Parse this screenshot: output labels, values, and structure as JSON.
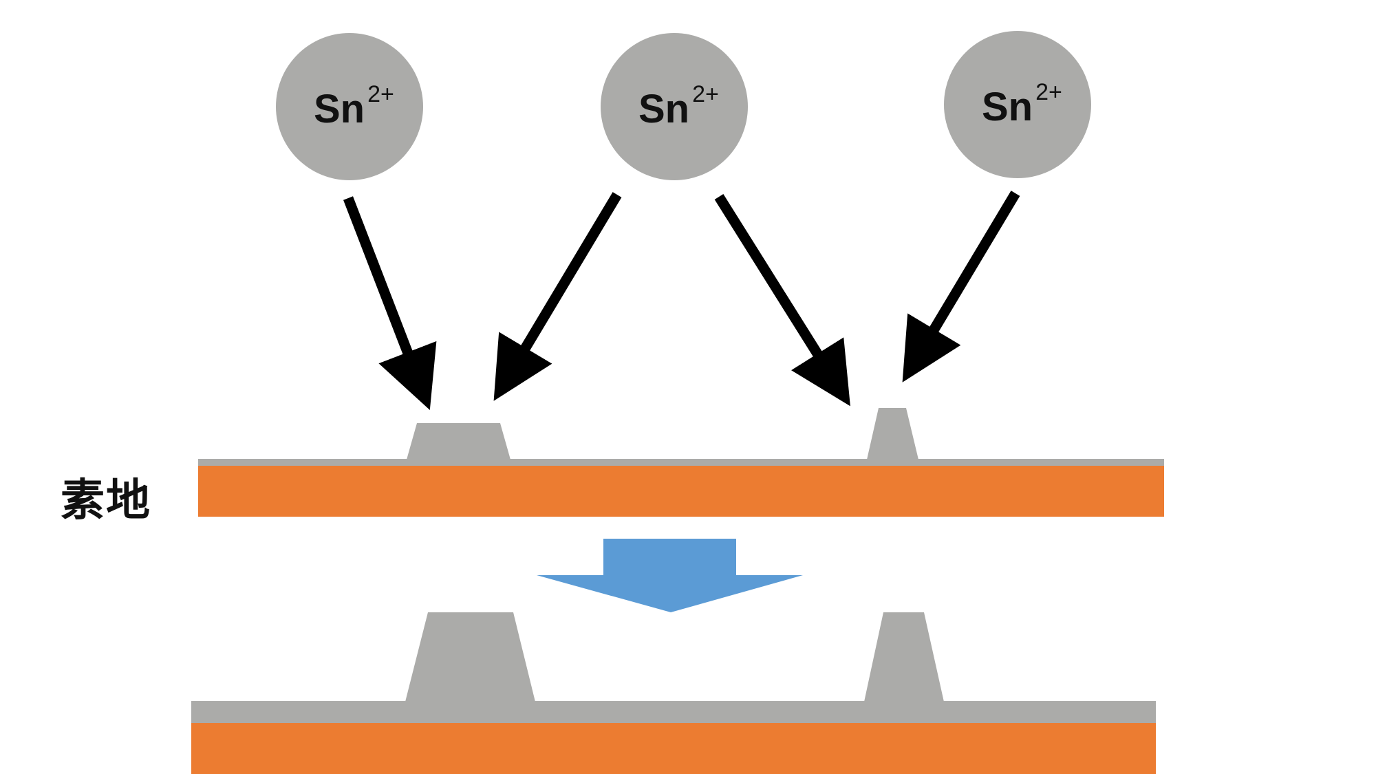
{
  "ions": [
    {
      "symbol": "Sn",
      "charge": "2+"
    },
    {
      "symbol": "Sn",
      "charge": "2+"
    },
    {
      "symbol": "Sn",
      "charge": "2+"
    }
  ],
  "substrate_label": "素地",
  "colors": {
    "ion_fill": "#ABABA9",
    "arrow": "#000000",
    "deposit": "#ABABA9",
    "substrate": "#EC7C31",
    "process_arrow": "#5B9BD5",
    "text": "#111111"
  }
}
